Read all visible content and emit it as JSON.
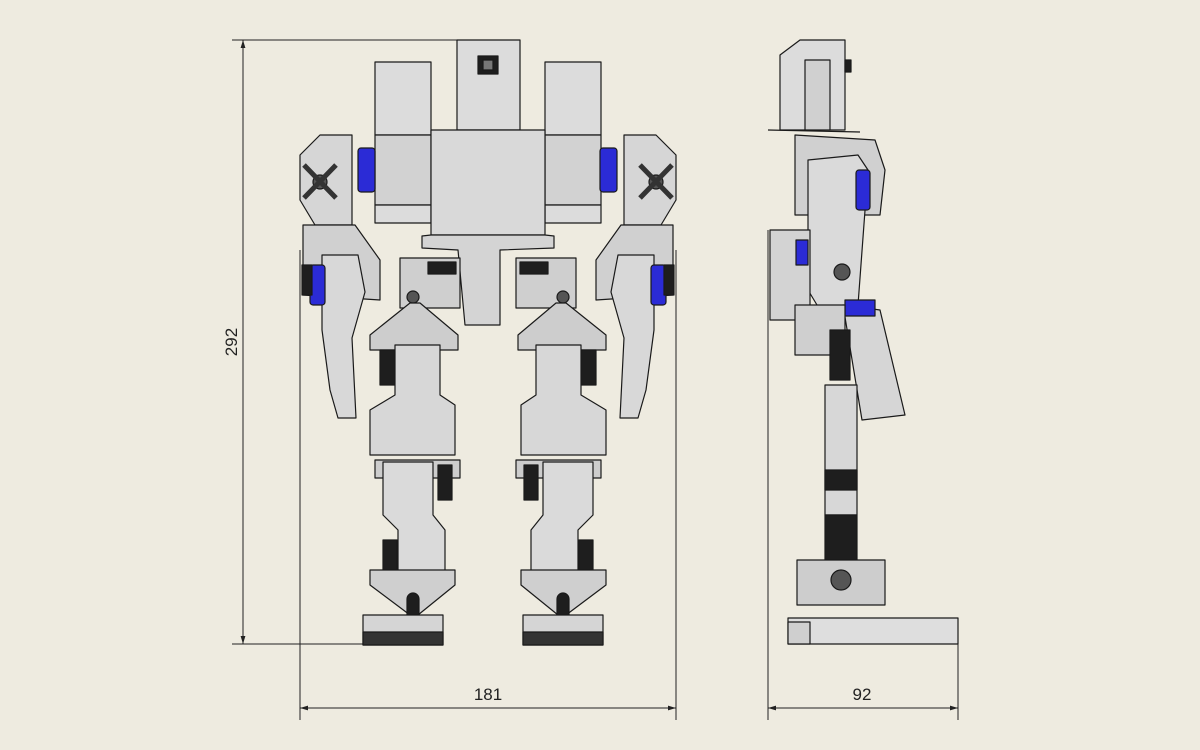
{
  "drawing": {
    "background": "#eeebe0",
    "part_fill": "#d6d6d6",
    "part_light": "#e4e4e4",
    "part_dark": "#1e1e1e",
    "servo_blue": "#2b2bd6",
    "outline": "#1a1a1a",
    "dimensions": {
      "height": "292",
      "front_width": "181",
      "side_depth": "92"
    },
    "views": {
      "front": "front-view",
      "side": "side-view"
    }
  }
}
